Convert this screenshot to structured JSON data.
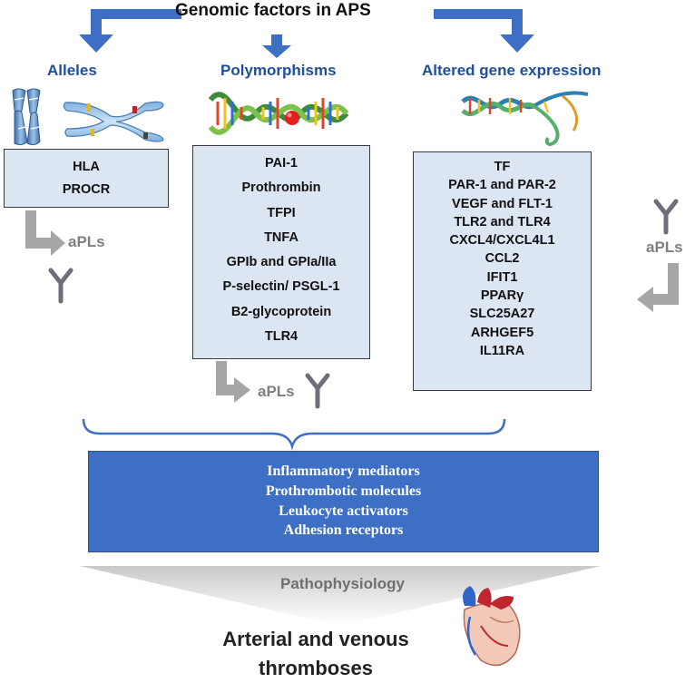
{
  "title": "Genomic factors in APS",
  "columns": {
    "alleles": {
      "heading": "Alleles",
      "items": [
        "HLA",
        "PROCR"
      ],
      "apl_label": "aPLs"
    },
    "polymorphisms": {
      "heading": "Polymorphisms",
      "items": [
        "PAI-1",
        "Prothrombin",
        "TFPI",
        "TNFA",
        "GPIb and GPIa/IIa",
        "P-selectin/ PSGL-1",
        "B2-glycoprotein",
        "TLR4"
      ],
      "apl_label": "aPLs"
    },
    "expression": {
      "heading": "Altered gene expression",
      "items": [
        "TF",
        "PAR-1 and PAR-2",
        "VEGF and FLT-1",
        "TLR2 and TLR4",
        "CXCL4/CXCL4L1",
        "CCL2",
        "IFIT1",
        "PPARγ",
        "SLC25A27",
        "ARHGEF5",
        "IL11RA"
      ],
      "apl_label": "aPLs"
    }
  },
  "mechanisms": [
    "Inflammatory mediators",
    "Prothrombotic molecules",
    "Leukocyte activators",
    "Adhesion receptors"
  ],
  "pathophysiology_label": "Pathophysiology",
  "outcome": {
    "line1": "Arterial and venous",
    "line2": "thromboses"
  },
  "colors": {
    "arrow_blue": "#3d6fc5",
    "box_fill": "#dce6f2",
    "heading_blue": "#1f4e9c",
    "apl_gray": "#8c8c8c",
    "antibody": "#6e6e7a"
  }
}
